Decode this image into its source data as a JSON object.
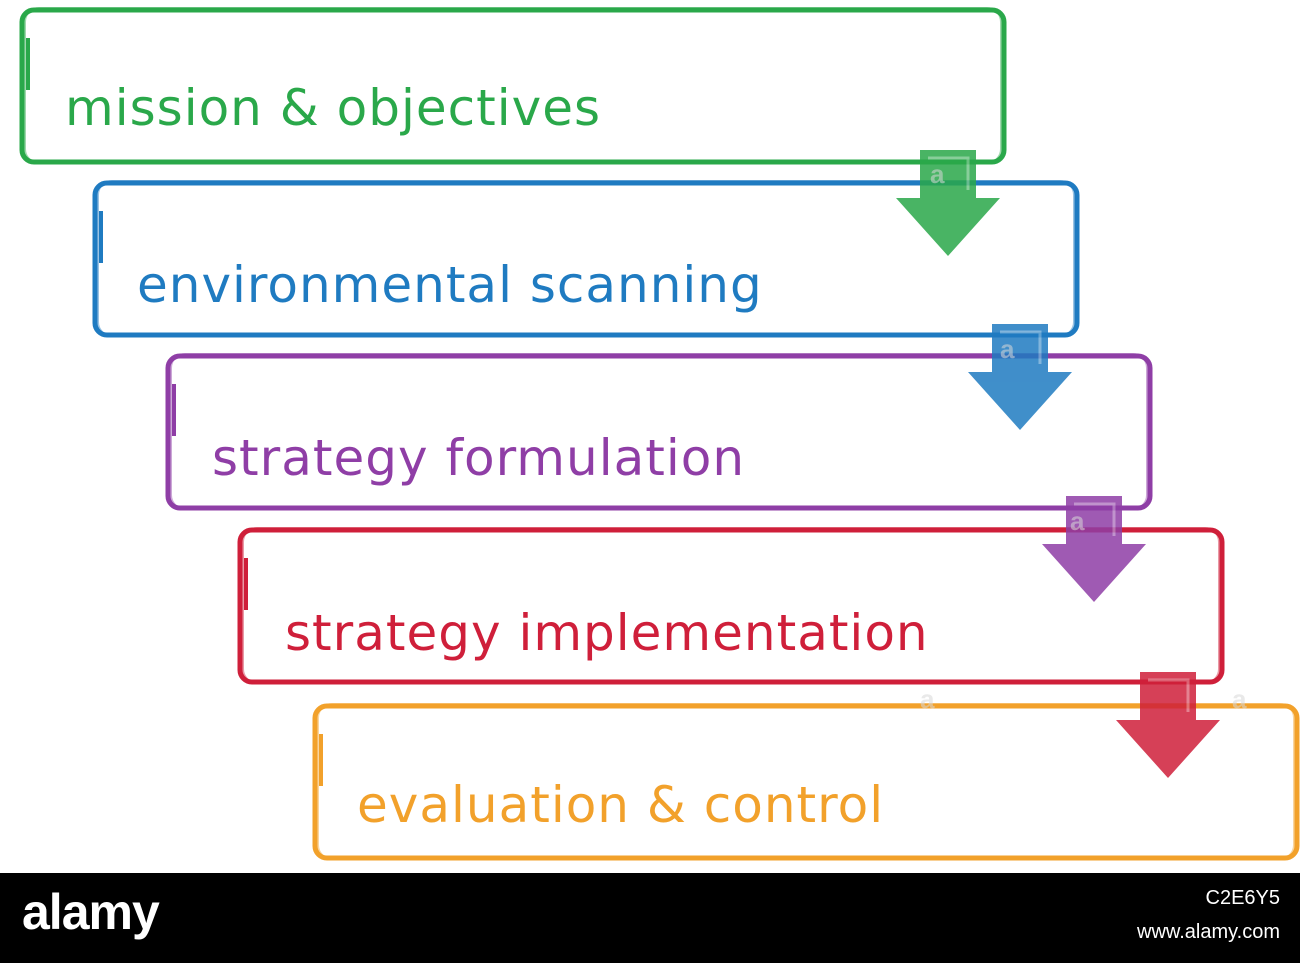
{
  "diagram": {
    "steps": [
      {
        "label": "mission & objectives",
        "color": "#2aa84a"
      },
      {
        "label": "environmental scanning",
        "color": "#1f7bc1"
      },
      {
        "label": "strategy formulation",
        "color": "#8f3ea6"
      },
      {
        "label": "strategy implementation",
        "color": "#cf1f3a"
      },
      {
        "label": "evaluation & control",
        "color": "#f2a12b"
      }
    ],
    "connectors": [
      "down-arrow-icon",
      "down-arrow-icon",
      "down-arrow-icon",
      "down-arrow-icon"
    ]
  },
  "footer": {
    "logo": "alamy",
    "image_id": "C2E6Y5",
    "url": "www.alamy.com"
  },
  "colors": {
    "footer_bg": "#000000",
    "footer_text": "#ffffff"
  }
}
